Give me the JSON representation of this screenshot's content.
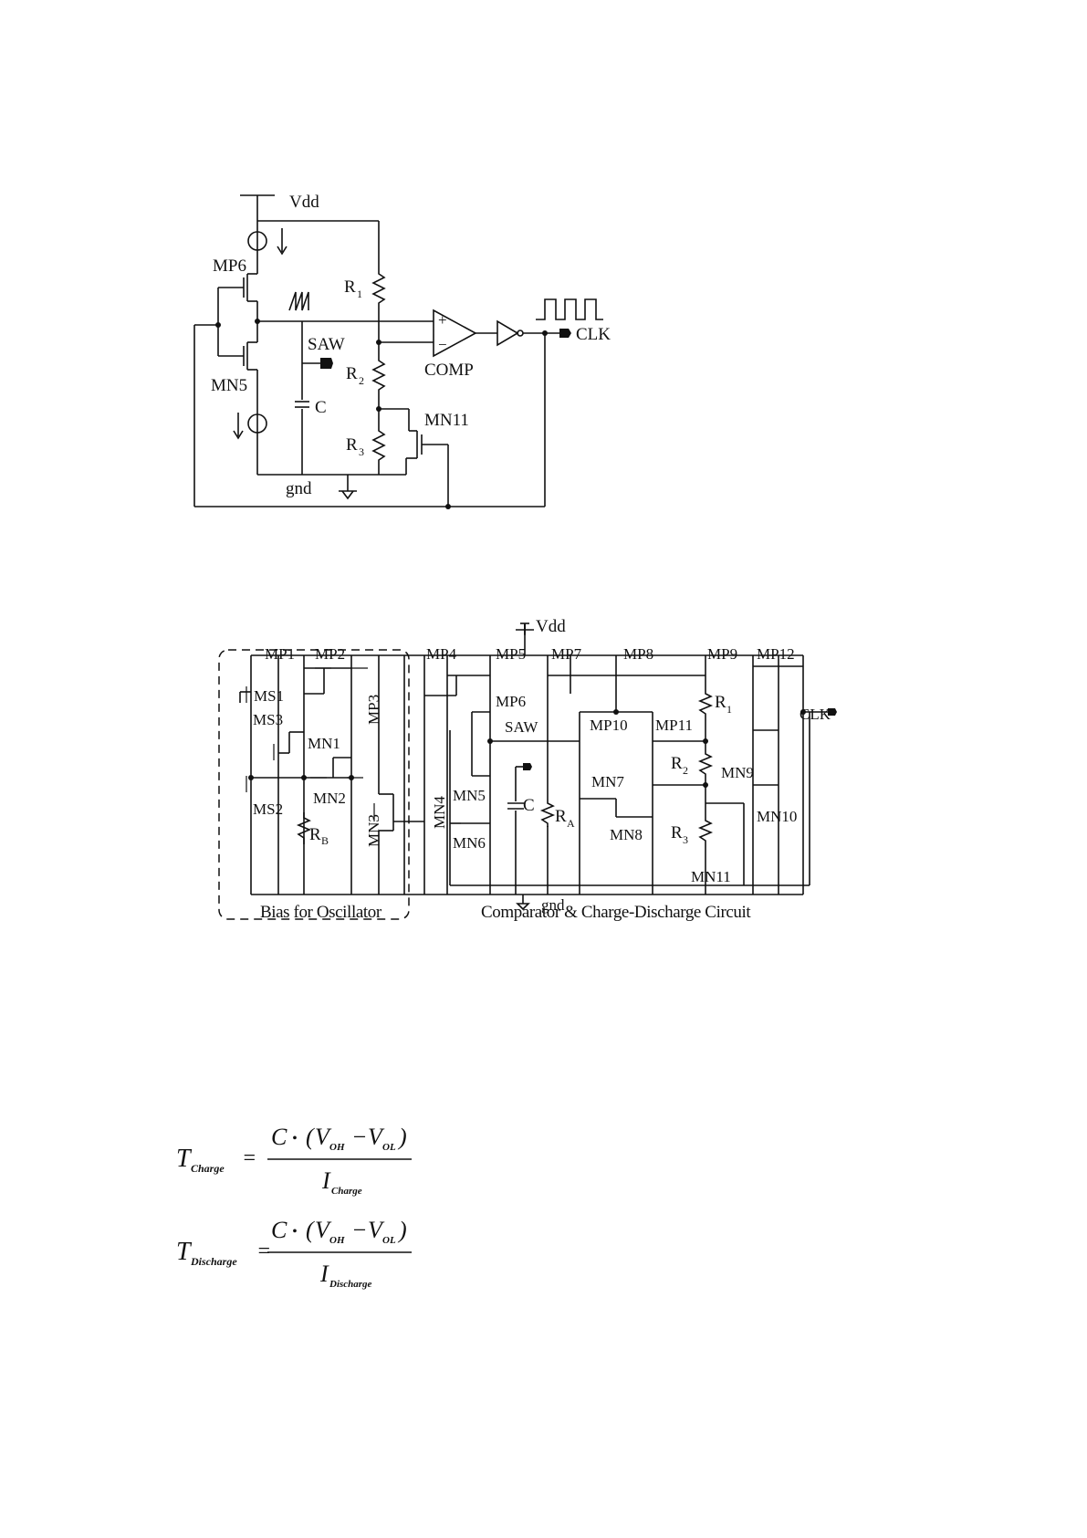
{
  "figure1": {
    "labels": {
      "vdd": "Vdd",
      "gnd": "gnd",
      "mp6": "MP6",
      "mn5": "MN5",
      "saw": "SAW",
      "c": "C",
      "r1": "R",
      "r1_sub": "1",
      "r2": "R",
      "r2_sub": "2",
      "r3": "R",
      "r3_sub": "3",
      "comp": "COMP",
      "mn11": "MN11",
      "clk": "CLK",
      "plus": "+",
      "minus": "−"
    }
  },
  "figure2": {
    "labels": {
      "vdd": "Vdd",
      "gnd": "gnd",
      "mp1": "MP1",
      "mp2": "MP2",
      "mp3": "MP3",
      "ms1": "MS1",
      "ms3": "MS3",
      "mn1": "MN1",
      "ms2": "MS2",
      "mn2": "MN2",
      "rb": "R",
      "rb_sub": "B",
      "mn3": "MN3",
      "mp4": "MP4",
      "mp5": "MP5",
      "mp6": "MP6",
      "mp7": "MP7",
      "mp8": "MP8",
      "mp9": "MP9",
      "mp12": "MP12",
      "mp10": "MP10",
      "mp11": "MP11",
      "mn4": "MN4",
      "mn5": "MN5",
      "mn6": "MN6",
      "mn7": "MN7",
      "mn8": "MN8",
      "mn9": "MN9",
      "mn10": "MN10",
      "mn11": "MN11",
      "saw": "SAW",
      "c": "C",
      "ra": "R",
      "ra_sub": "A",
      "r1": "R",
      "r1_sub": "1",
      "r2": "R",
      "r2_sub": "2",
      "r3": "R",
      "r3_sub": "3",
      "clk": "CLK"
    },
    "captions": {
      "bias": "Bias for Oscillator",
      "comparator": "Comparator & Charge-Discharge Circuit"
    }
  },
  "equations": {
    "charge": {
      "lhs": "T",
      "lhs_sub": "Charge",
      "num_c": "C",
      "num_dot": "•",
      "num_open": "(",
      "voh": "V",
      "voh_sub": "OH",
      "minus": "−",
      "vol": "V",
      "vol_sub": "OL",
      "num_close": ")",
      "den": "I",
      "den_sub": "Charge"
    },
    "discharge": {
      "lhs": "T",
      "lhs_sub": "Discharge",
      "num_c": "C",
      "num_dot": "•",
      "num_open": "(",
      "voh": "V",
      "voh_sub": "OH",
      "minus": "−",
      "vol": "V",
      "vol_sub": "OL",
      "num_close": ")",
      "den": "I",
      "den_sub": "Discharge"
    }
  }
}
